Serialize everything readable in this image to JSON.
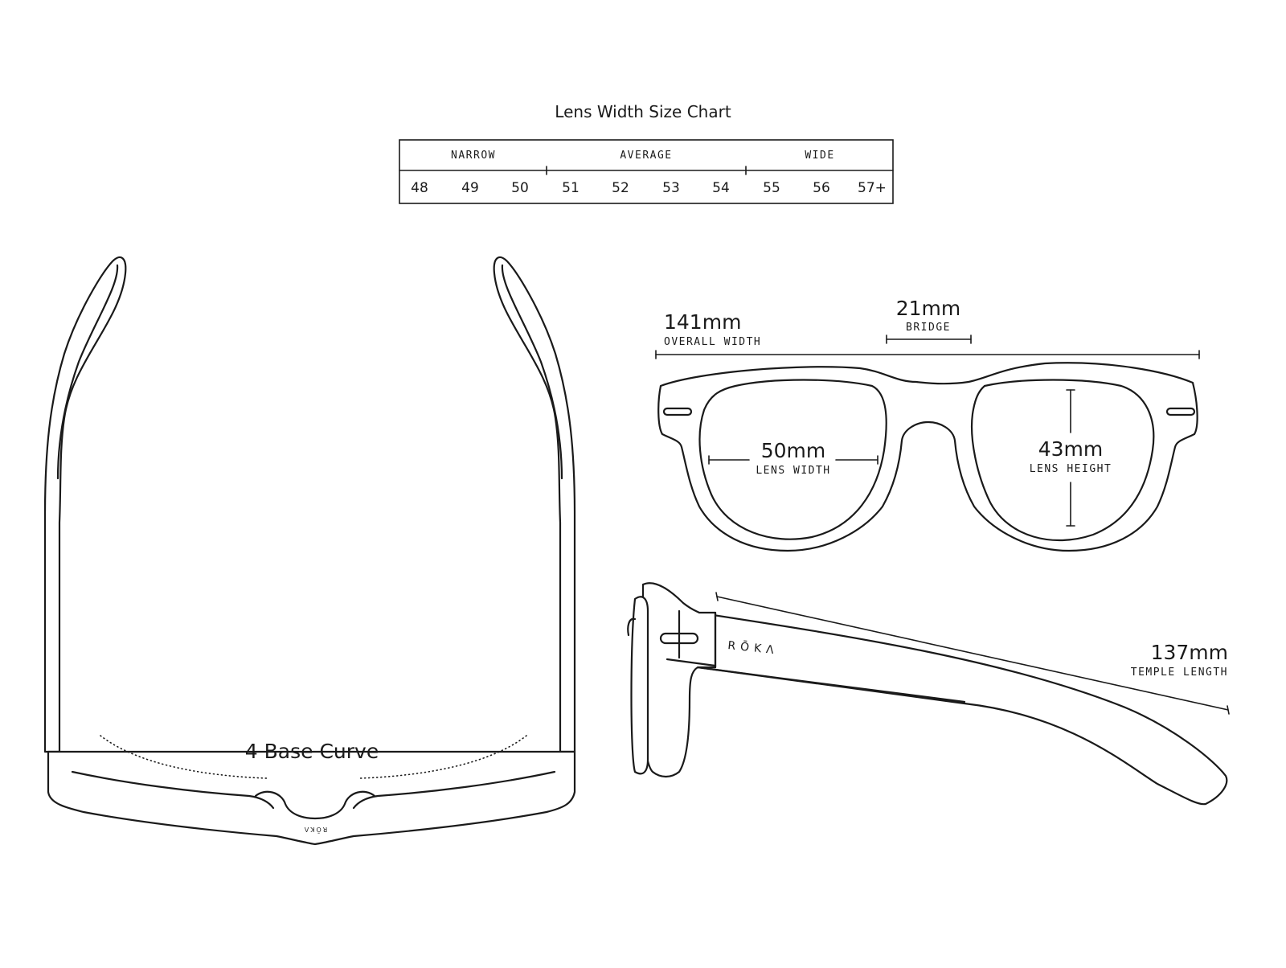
{
  "size_chart": {
    "title": "Lens Width Size Chart",
    "categories": [
      {
        "label": "NARROW",
        "sizes": [
          "48",
          "49",
          "50"
        ]
      },
      {
        "label": "AVERAGE",
        "sizes": [
          "51",
          "52",
          "53",
          "54"
        ]
      },
      {
        "label": "WIDE",
        "sizes": [
          "55",
          "56",
          "57+"
        ]
      }
    ]
  },
  "top_view": {
    "curve_label": "4 Base Curve",
    "brand": "RŌKΛ"
  },
  "front_view": {
    "overall_width": {
      "value": "141mm",
      "label": "OVERALL WIDTH"
    },
    "bridge": {
      "value": "21mm",
      "label": "BRIDGE"
    },
    "lens_width": {
      "value": "50mm",
      "label": "LENS WIDTH"
    },
    "lens_height": {
      "value": "43mm",
      "label": "LENS HEIGHT"
    }
  },
  "side_view": {
    "temple_length": {
      "value": "137mm",
      "label": "TEMPLE LENGTH"
    },
    "brand": "RŌKΛ"
  }
}
